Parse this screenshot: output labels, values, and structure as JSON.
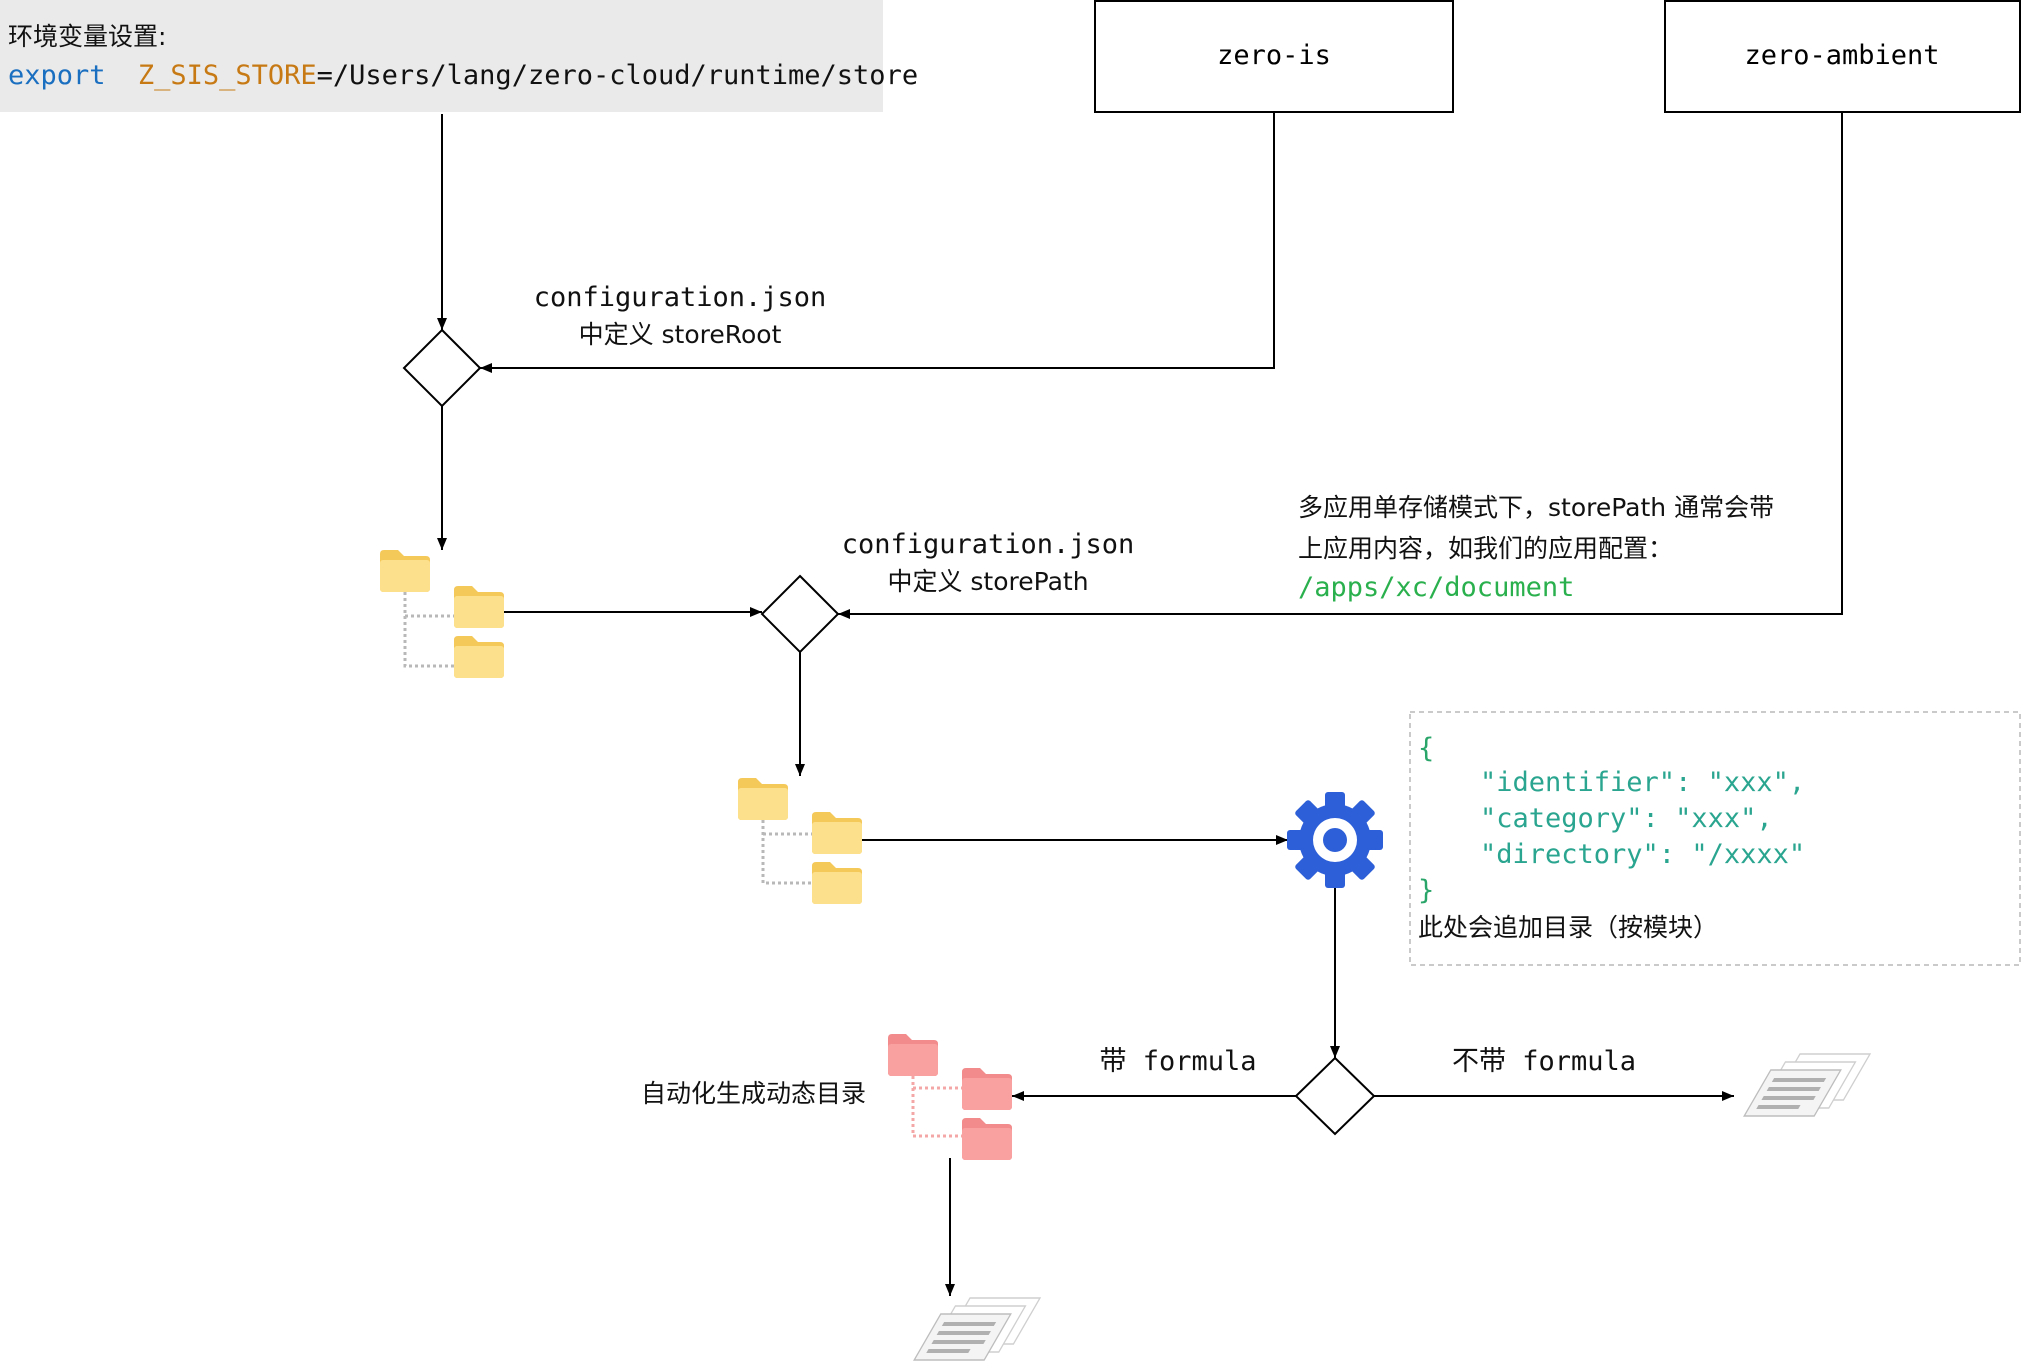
{
  "env": {
    "heading": "环境变量设置:",
    "keyword": "export",
    "var_name": "Z_SIS_STORE",
    "value": "=/Users/lang/zero-cloud/runtime/store",
    "bg_color": "#eaeaea"
  },
  "nodes": {
    "zero_is": "zero-is",
    "zero_ambient": "zero-ambient"
  },
  "labels": {
    "store_root_line1": "configuration.json",
    "store_root_line2": "中定义 storeRoot",
    "store_path_line1": "configuration.json",
    "store_path_line2": "中定义 storePath",
    "multi_app_line1": "多应用单存储模式下，storePath 通常会带",
    "multi_app_line2": "上应用内容，如我们的应用配置：",
    "multi_app_path": "/apps/xc/document",
    "with_formula": "带 formula",
    "without_formula": "不带 formula",
    "auto_dir": "自动化生成动态目录"
  },
  "json_note": {
    "open": "{",
    "line1": "\"identifier\": \"xxx\",",
    "line2": "\"category\": \"xxx\",",
    "line3": "\"directory\": \"/xxxx\"",
    "close": "}",
    "caption": "此处会追加目录（按模块）"
  },
  "icons": {
    "folder_tree_1": "folder-tree-icon",
    "folder_tree_2": "folder-tree-icon",
    "folder_tree_red": "folder-tree-icon",
    "gear": "gear-icon",
    "documents_1": "documents-icon",
    "documents_2": "documents-icon"
  },
  "colors": {
    "folder_yellow": "#fde08b",
    "folder_yellow_dark": "#f5c85a",
    "folder_red": "#f9a0a0",
    "folder_red_dark": "#f28b8b",
    "gear_blue": "#2d5fd8",
    "path_green": "#2ab04d",
    "json_teal": "#2aa58f"
  }
}
